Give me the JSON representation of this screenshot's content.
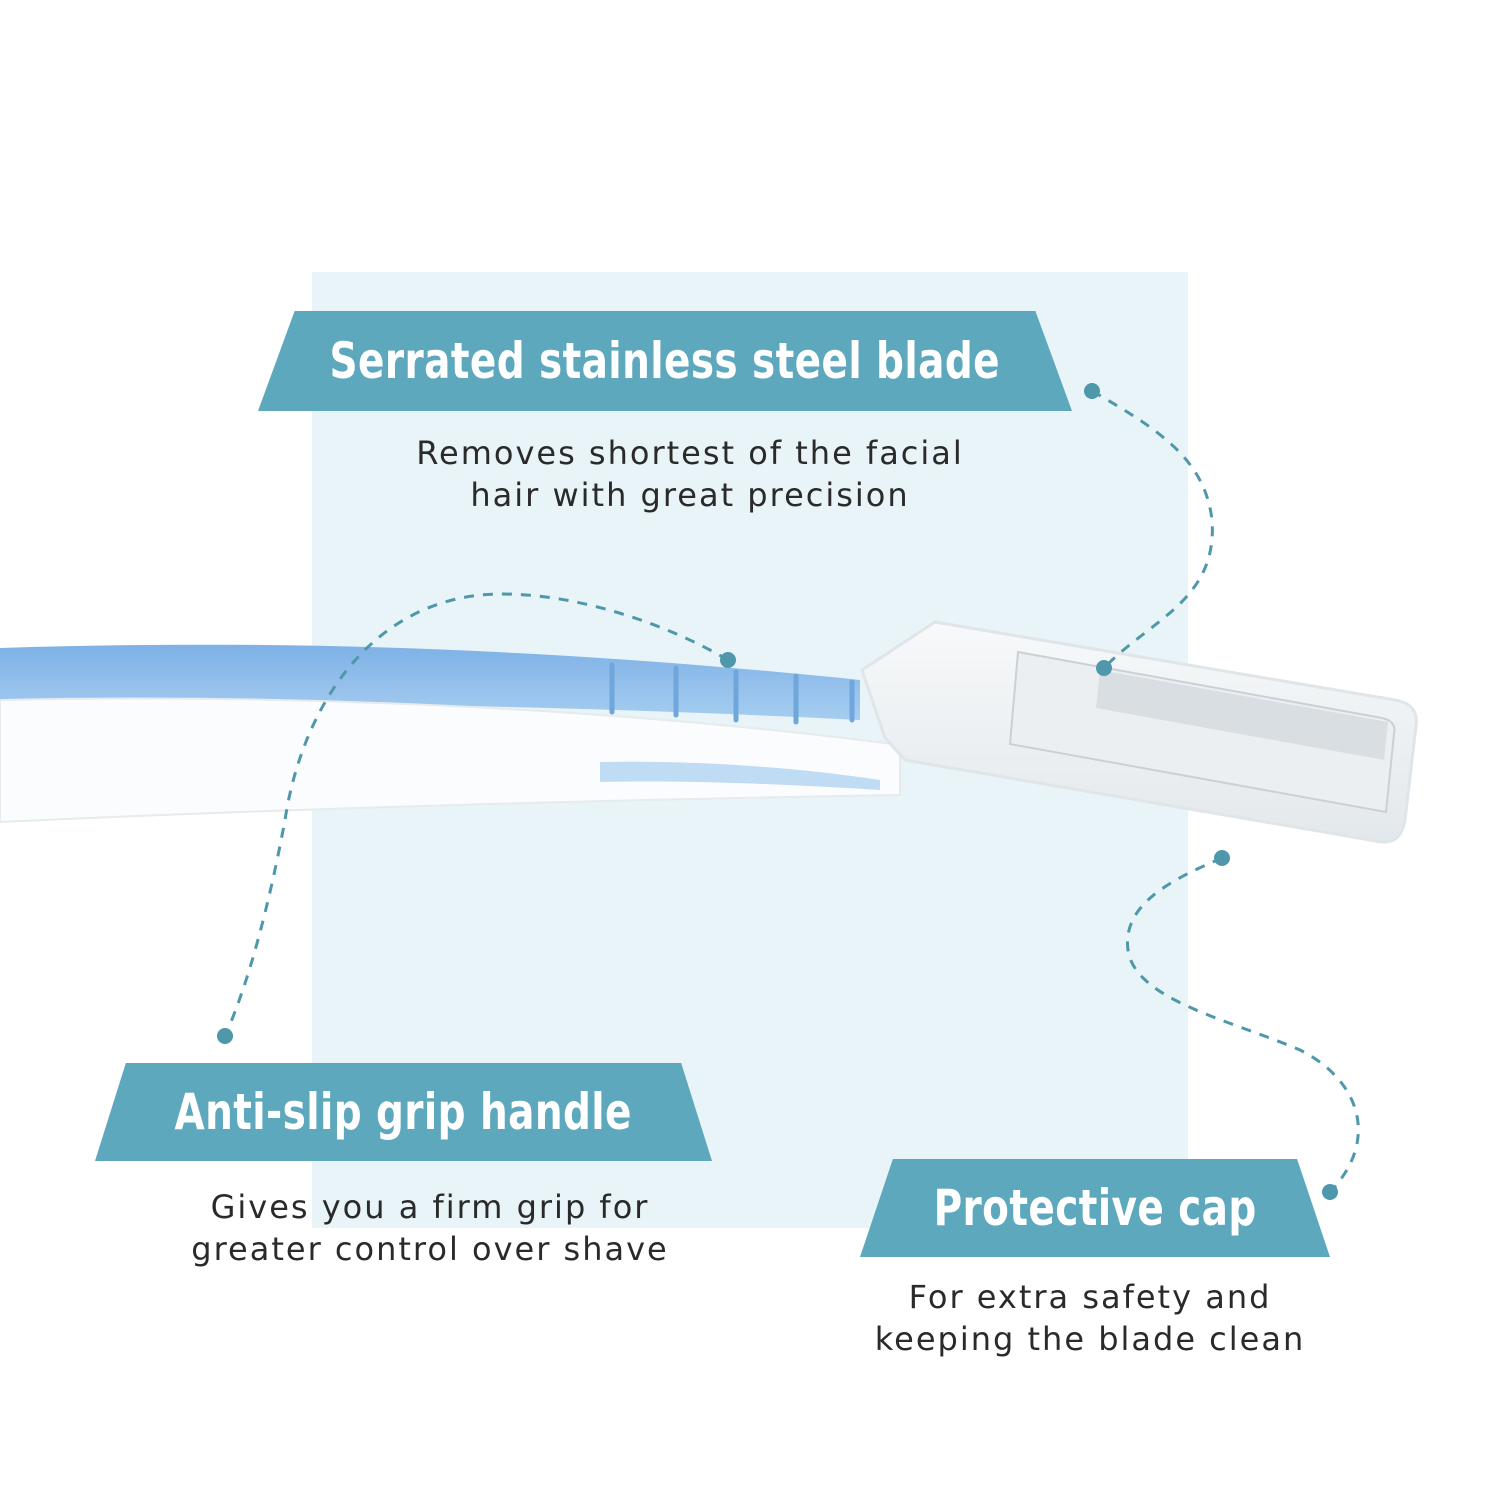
{
  "colors": {
    "banner": "#5ea8bd",
    "connector": "#4f97ab",
    "backdrop": "#e8f4f7",
    "text": "#2a2a2a",
    "handle": "#8fbde8",
    "cap": "#f1f4f6"
  },
  "features": {
    "blade": {
      "title": "Serrated stainless steel blade",
      "line1": "Removes shortest of the facial",
      "line2": "hair with great precision"
    },
    "grip": {
      "title": "Anti-slip grip handle",
      "line1": "Gives you a firm grip for",
      "line2": "greater control over shave"
    },
    "cap": {
      "title": "Protective cap",
      "line1": "For extra safety and",
      "line2": "keeping the blade clean"
    }
  }
}
